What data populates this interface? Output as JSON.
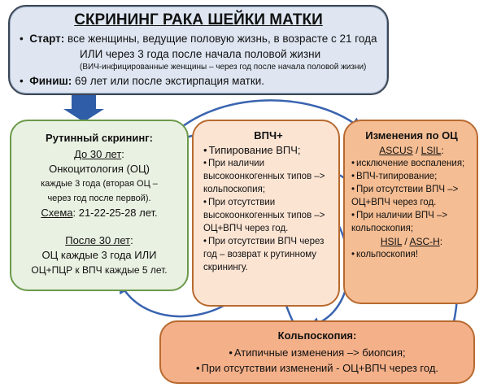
{
  "header": {
    "title": "СКРИНИНГ РАКА ШЕЙКИ МАТКИ",
    "start_label": "Старт:",
    "start_text": "все женщины, ведущие половую жизнь, в возрасте с 21 года",
    "start_alt": "ИЛИ через 3 года после начала половой жизни",
    "start_note": "(ВИЧ-инфицированные женщины – через год после начала половой жизни)",
    "finish_label": "Финиш:",
    "finish_text": "69 лет или после экстирпация матки."
  },
  "routine": {
    "title": "Рутинный скрининг:",
    "under30": "До 30 лет",
    "colon": ":",
    "cytology": "Онкоцитология (ОЦ)",
    "freq": "каждые 3 года (вторая ОЦ –",
    "freq2": "через год после первой).",
    "scheme_label": "Схема",
    "scheme": ": 21-22-25-28 лет.",
    "over30": "После 30 лет",
    "over30_1": "ОЦ каждые 3 года ИЛИ",
    "over30_2": "ОЦ+ПЦР к ВПЧ каждые 5 лет."
  },
  "hpv": {
    "title": "ВПЧ+",
    "items": [
      "Типирование ВПЧ;",
      "При наличии высокоонкогенных типов –> кольпоскопия;",
      "При отсутствии высокоонкогенных типов –> ОЦ+ВПЧ через год.",
      "При отсутствии ВПЧ через год – возврат к рутинному скринингу."
    ]
  },
  "cyto": {
    "title": "Изменения по ОЦ",
    "sub1a": "ASCUS",
    "sep": " / ",
    "sub1b": "LSIL",
    "items": [
      "исключение воспаления;",
      "ВПЧ-типирование;",
      "При отсутствии ВПЧ –> ОЦ+ВПЧ через год.",
      "При наличии ВПЧ –> кольпоскопия;"
    ],
    "sub2a": "HSIL",
    "sub2b": "ASC-H",
    "item_last": "кольпоскопия!"
  },
  "colpo": {
    "title": "Кольпоскопия:",
    "items": [
      "Атипичные изменения –> биопсия;",
      "При отсутствии изменений - ОЦ+ВПЧ через год."
    ]
  },
  "colors": {
    "arrow": "#3a64b0"
  }
}
